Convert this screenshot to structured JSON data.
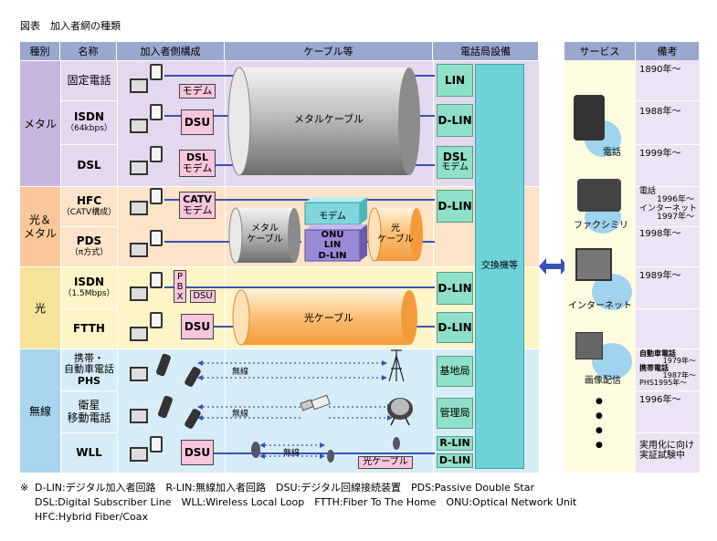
{
  "title": "図表　加入者網の種類",
  "headers": {
    "type": "種別",
    "name": "名称",
    "subscriber": "加入者側構成",
    "cable": "ケーブル等",
    "office": "電話局設備",
    "service": "サービス",
    "remarks": "備考"
  },
  "categories": {
    "metal": "メタル",
    "hybrid_1": "光＆",
    "hybrid_2": "メタル",
    "optical": "光",
    "wireless": "無線"
  },
  "names": {
    "fixed": "固定電話",
    "isdn": "ISDN",
    "isdn_sub": "（64kbps）",
    "dsl": "DSL",
    "hfc": "HFC",
    "hfc_sub": "（CATV構成）",
    "pds": "PDS",
    "pds_sub": "（π方式）",
    "isdn_opt": "ISDN",
    "isdn_opt_sub": "（1.5Mbps）",
    "ftth": "FTTH",
    "mobile_1": "携帯・",
    "mobile_2": "自動車電話",
    "mobile_3": "PHS",
    "satellite_1": "衛星",
    "satellite_2": "移動電話",
    "wll": "WLL"
  },
  "boxes": {
    "modem": "モデム",
    "dsu": "DSU",
    "dsl_modem_1": "DSL",
    "dsl_modem_2": "モデム",
    "catv_1": "CATV",
    "catv_2": "モデム",
    "pbx_p": "P",
    "pbx_b": "B",
    "pbx_x": "X",
    "onu_modem": "モデム",
    "onu": "ONU",
    "lin": "LIN",
    "dlin": "D-LIN",
    "rlin": "R-LIN",
    "base_station": "基地局",
    "control_station": "管理局",
    "exchange": "交換機等",
    "optical_cable_box": "光ケーブル"
  },
  "cables": {
    "metal_cable": "メタルケーブル",
    "metal_short_1": "メタル",
    "metal_short_2": "ケーブル",
    "optical_short_1": "光",
    "optical_short_2": "ケーブル",
    "optical_cable": "光ケーブル",
    "wireless": "無線"
  },
  "services": {
    "phone": "電話",
    "fax": "ファクシミリ",
    "internet": "インターネット",
    "image": "画像配信",
    "bullets": [
      "●",
      "●",
      "●",
      "●"
    ]
  },
  "remarks": {
    "r1": "1890年～",
    "r2": "1988年～",
    "r3": "1999年～",
    "r4_1": "電話",
    "r4_2": "1996年～",
    "r4_3": "インターネット",
    "r4_4": "1997年～",
    "r5": "1998年～",
    "r6": "1989年～",
    "r7_1": "自動車電話",
    "r7_2": "1979年～",
    "r7_3": "携帯電話",
    "r7_4": "1987年～",
    "r7_5": "PHS1995年～",
    "r8": "1996年～",
    "r9_1": "実用化に向け",
    "r9_2": "実証試験中"
  },
  "notes": {
    "mark": "※",
    "line1": "D-LIN:デジタル加入者回路　R-LIN:無線加入者回路　DSU:デジタル回線接続装置　PDS:Passive Double Star",
    "line2": "DSL:Digital Subscriber Line　WLL:Wireless Local Loop　FTTH:Fiber To The Home　ONU:Optical Network Unit",
    "line3": "HFC:Hybrid Fiber/Coax"
  },
  "colors": {
    "header": "#9aa7cf",
    "metal_band": "#e3d8ee",
    "metal_type": "#c9b6de",
    "hybrid_band": "#fde3c8",
    "hybrid_type": "#f9c79a",
    "optical_band": "#fdf4c8",
    "optical_type": "#f7e49a",
    "wireless_band": "#d6edf7",
    "wireless_type": "#a9d6ee",
    "service_band": "#fdfbe0",
    "remark_band": "#ece3f4",
    "line": "#3a52b8"
  }
}
